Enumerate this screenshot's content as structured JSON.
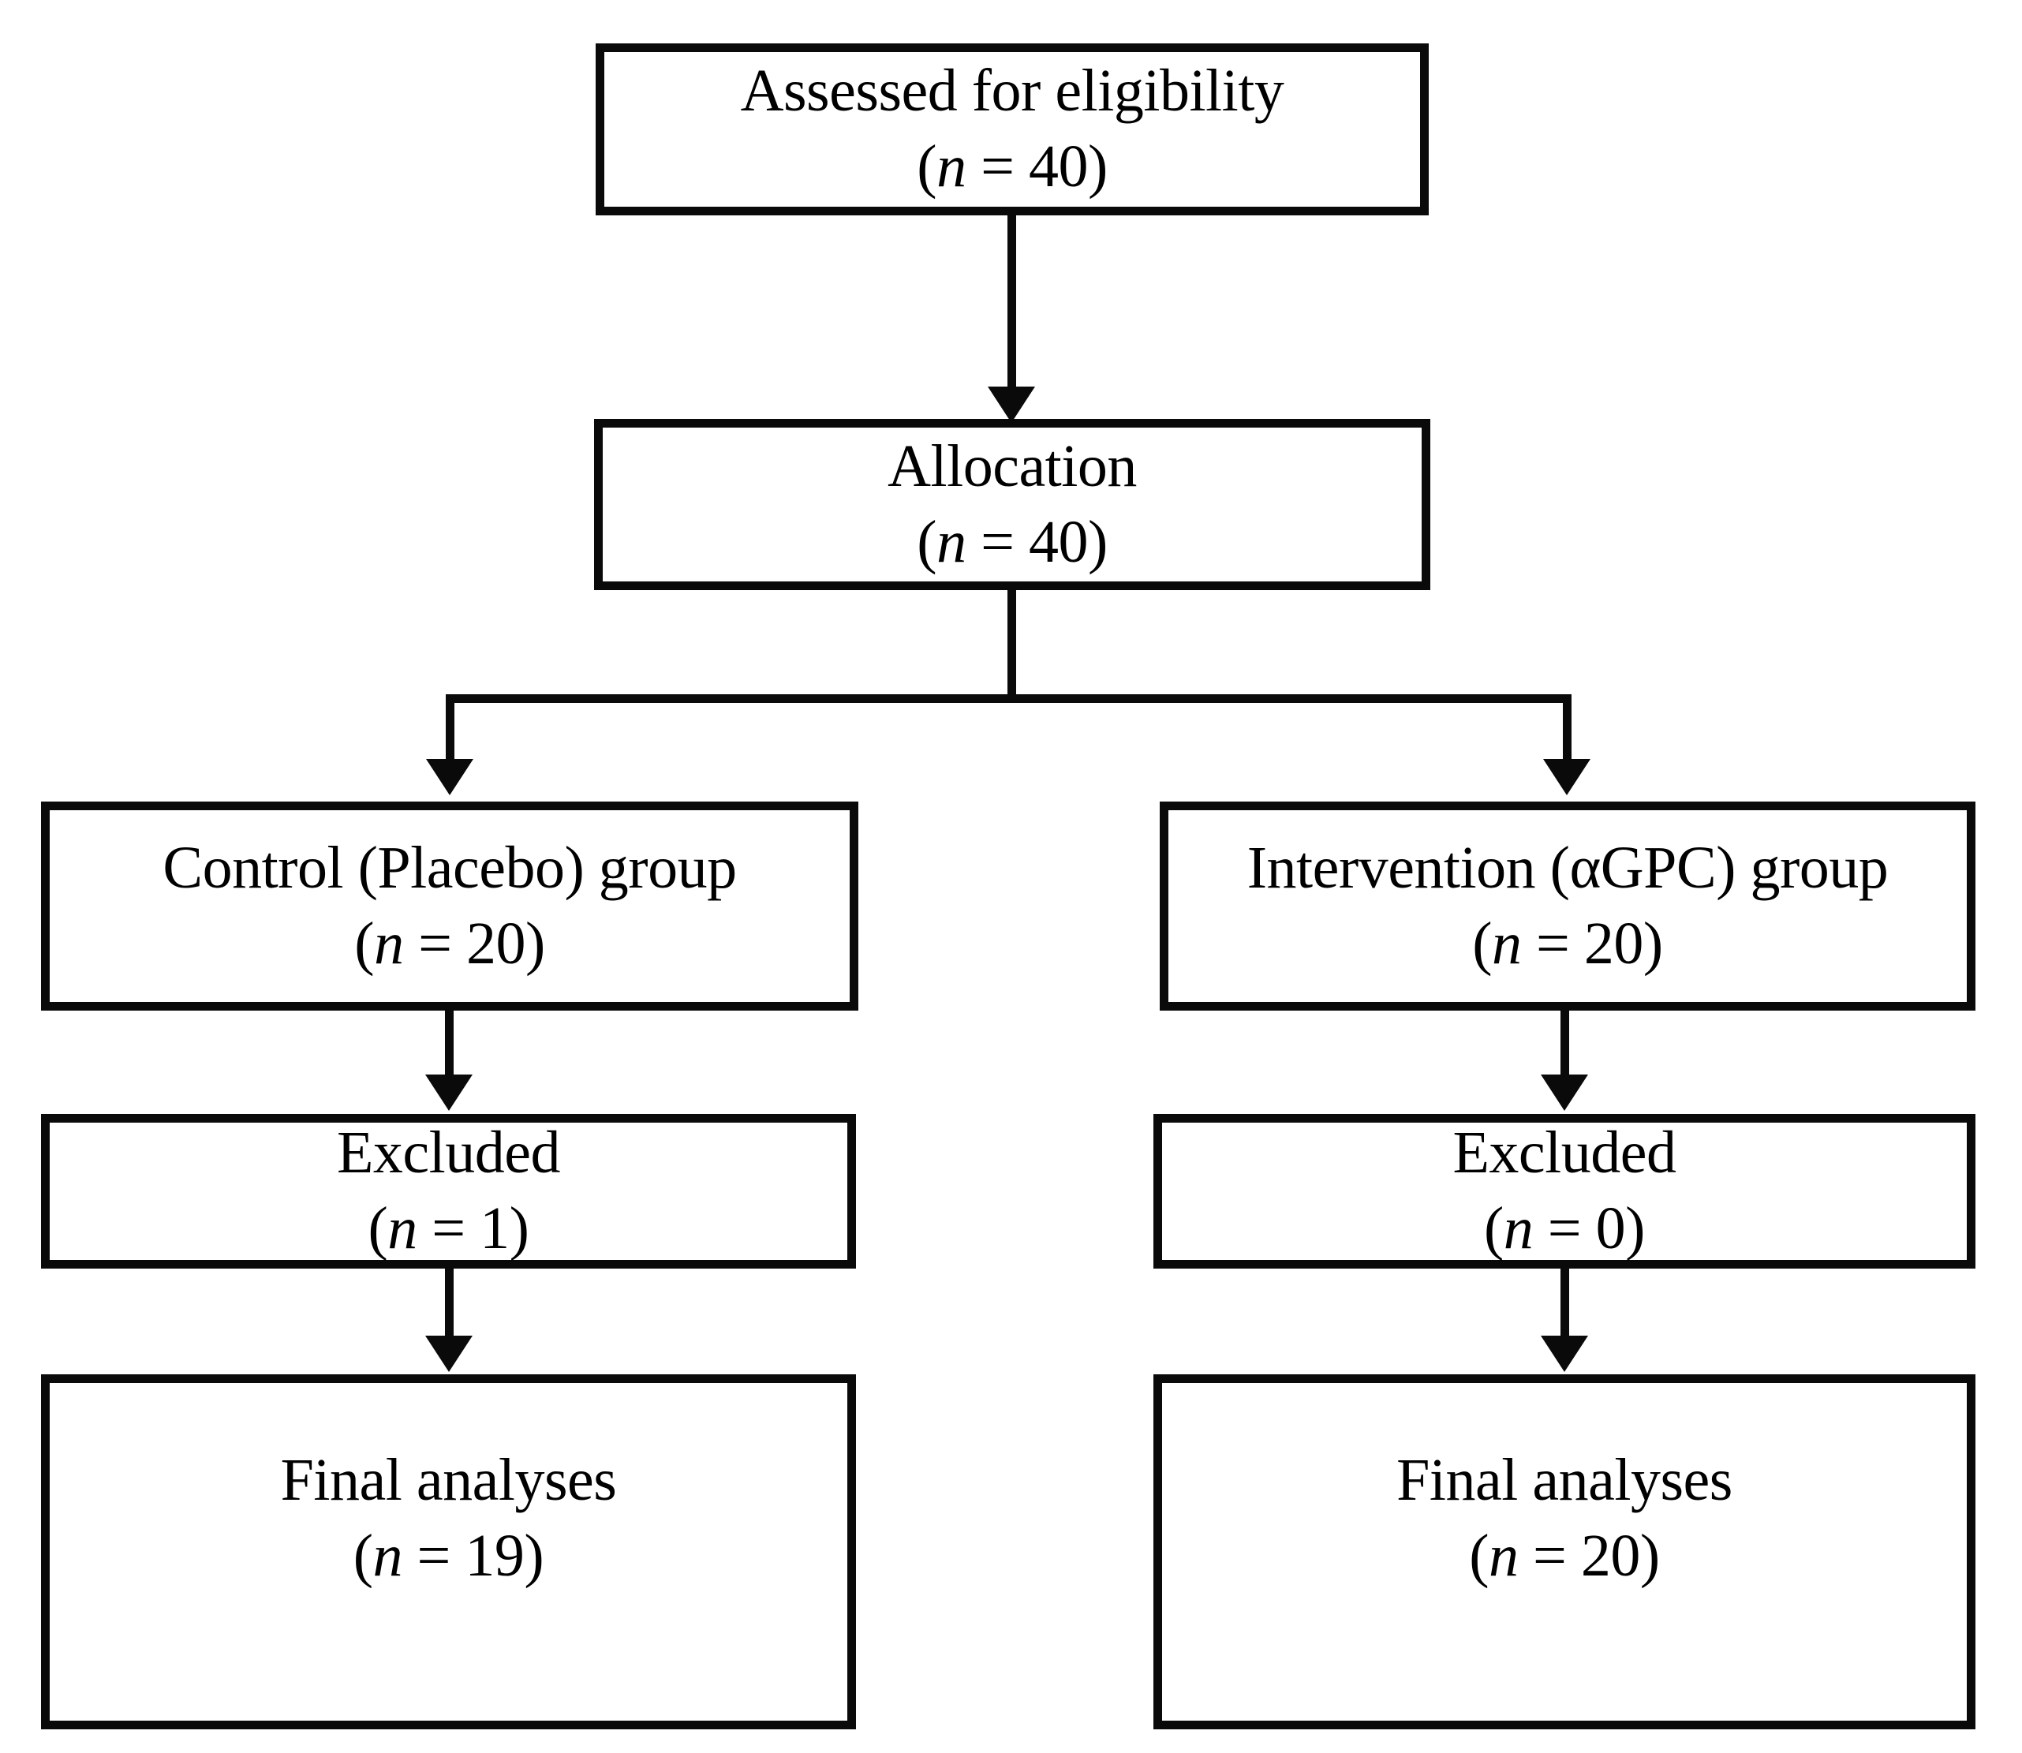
{
  "diagram": {
    "type": "consort-flow-diagram",
    "title": "CONSORT participant flow diagram",
    "background_color": "#ffffff",
    "line_color": "#0a0a0a",
    "text_color": "#000000"
  },
  "nodes": {
    "assessed": {
      "label": "Assessed for eligibility",
      "count": "(n = 40)",
      "n_prefix": "(",
      "n_symbol": "n",
      "n_equals": " = ",
      "n_value": "40",
      "n_suffix": ")"
    },
    "allocation": {
      "label": "Allocation",
      "count": "(n = 40)",
      "n_symbol": "n",
      "n_value": "40"
    },
    "control_group": {
      "label": "Control (Placebo) group",
      "count": "(n = 20)",
      "n_symbol": "n",
      "n_value": "20"
    },
    "intervention_group": {
      "label": "Intervention (αGPC) group",
      "count": "(n = 20)",
      "n_symbol": "n",
      "n_value": "20"
    },
    "excluded_left": {
      "label": "Excluded",
      "count": "(n = 1)",
      "n_symbol": "n",
      "n_value": "1"
    },
    "excluded_right": {
      "label": "Excluded",
      "count": "(n = 0)",
      "n_symbol": "n",
      "n_value": "0"
    },
    "final_left": {
      "label": "Final analyses",
      "count": "(n = 19)",
      "n_symbol": "n",
      "n_value": "19"
    },
    "final_right": {
      "label": "Final analyses",
      "count": "(n = 20)",
      "n_symbol": "n",
      "n_value": "20"
    }
  },
  "edges": [
    {
      "from": "assessed",
      "to": "allocation",
      "style": "arrow-down"
    },
    {
      "from": "allocation",
      "to": "control_group",
      "style": "split-arrow-down-left"
    },
    {
      "from": "allocation",
      "to": "intervention_group",
      "style": "split-arrow-down-right"
    },
    {
      "from": "control_group",
      "to": "excluded_left",
      "style": "arrow-down"
    },
    {
      "from": "intervention_group",
      "to": "excluded_right",
      "style": "arrow-down"
    },
    {
      "from": "excluded_left",
      "to": "final_left",
      "style": "arrow-down"
    },
    {
      "from": "excluded_right",
      "to": "final_right",
      "style": "arrow-down"
    }
  ]
}
